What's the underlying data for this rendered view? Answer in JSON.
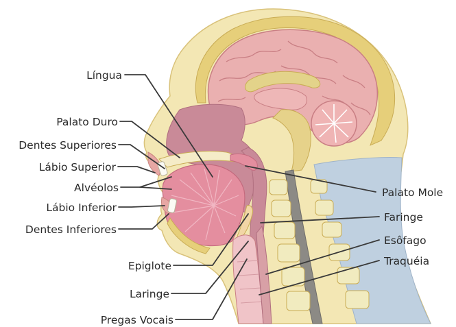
{
  "labels": {
    "lingua": "Língua",
    "palato_duro": "Palato Duro",
    "dentes_superiores": "Dentes Superiores",
    "labio_superior": "Lábio Superior",
    "alveolos": "Alvéolos",
    "labio_inferior": "Lábio Inferior",
    "dentes_inferiores": "Dentes Inferiores",
    "epiglote": "Epiglote",
    "laringe": "Laringe",
    "pregas_vocais": "Pregas Vocais",
    "palato_mole": "Palato Mole",
    "faringe": "Faringe",
    "esofago": "Esôfago",
    "traqueia": "Traquéia"
  },
  "colors": {
    "skin": "#f3e7b4",
    "skull": "#e6cf7a",
    "brain": "#eab0b0",
    "brain_line": "#c97f84",
    "cavity": "#c98a98",
    "tongue": "#e48e9f",
    "spine": "#f1ebbf",
    "cord": "#8c8a85",
    "neck_blue": "#bfd0e0",
    "leader": "#3a3a3a"
  }
}
